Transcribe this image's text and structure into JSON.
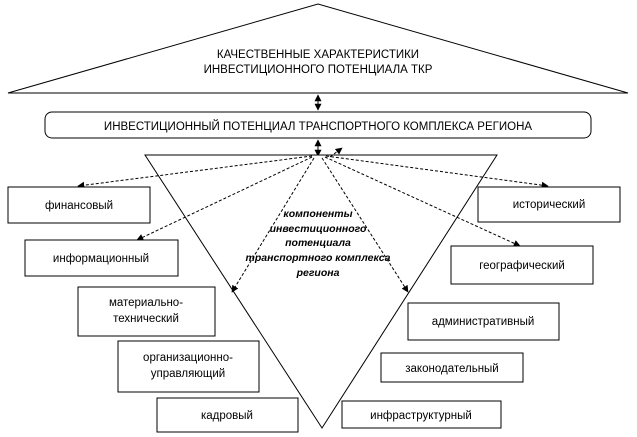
{
  "roof": {
    "line1": "КАЧЕСТВЕННЫЕ ХАРАКТЕРИСТИКИ",
    "line2": "ИНВЕСТИЦИОННОГО ПОТЕНЦИАЛА ТКР"
  },
  "banner": {
    "title": "ИНВЕСТИЦИОННЫЙ ПОТЕНЦИАЛ ТРАНСПОРТНОГО КОМПЛЕКСА РЕГИОНА"
  },
  "center": {
    "line1": "компоненты",
    "line2": "инвестиционного",
    "line3": "потенциала",
    "line4": "транспортного комплекса",
    "line5": "региона"
  },
  "left_components": {
    "financial": "финансовый",
    "informational": "информационный",
    "material_line1": "материально-",
    "material_line2": "технический",
    "org_line1": "организационно-",
    "org_line2": "управляющий",
    "personnel": "кадровый"
  },
  "right_components": {
    "historical": "исторический",
    "geographic": "географический",
    "administrative": "административный",
    "legislative": "законодательный",
    "infrastructure": "инфраструктурный"
  }
}
